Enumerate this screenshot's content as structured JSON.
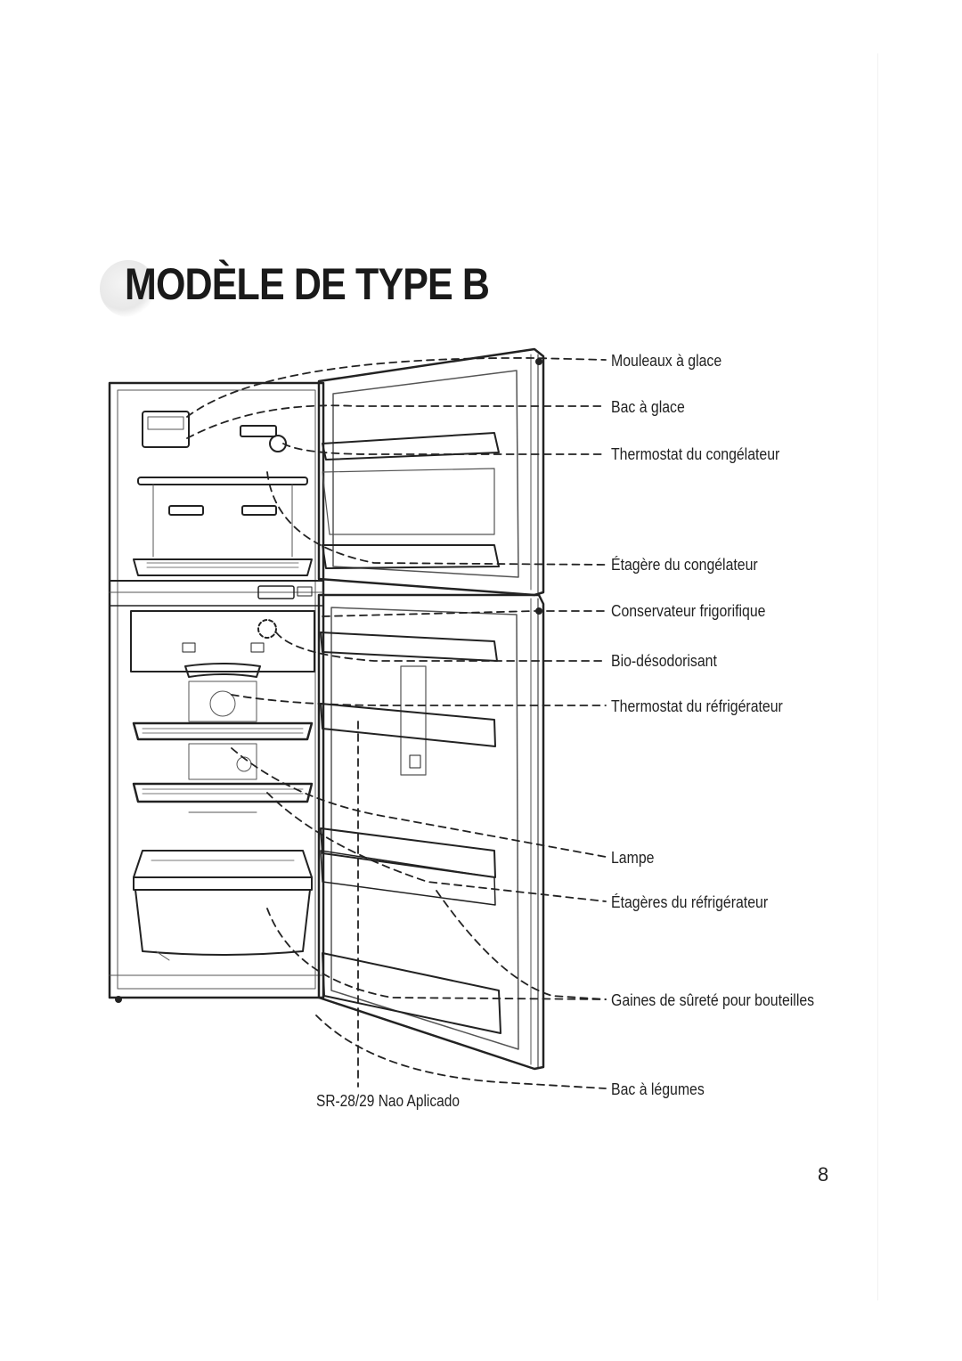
{
  "title": "MODÈLE DE TYPE B",
  "labels": {
    "ice_mold": "Mouleaux à glace",
    "ice_bin": "Bac à glace",
    "freezer_thermostat": "Thermostat du congélateur",
    "freezer_shelf": "Étagère du congélateur",
    "chiller": "Conservateur frigorifique",
    "deodorizer": "Bio-désodorisant",
    "fridge_thermostat": "Thermostat du réfrigérateur",
    "lamp": "Lampe",
    "fridge_shelves": "Étagères du réfrigérateur",
    "bottle_guards": "Gaines de sûreté pour bouteilles",
    "vegetable_bin": "Bac à légumes"
  },
  "note": "SR-28/29 Nao Aplicado",
  "page_number": "8"
}
